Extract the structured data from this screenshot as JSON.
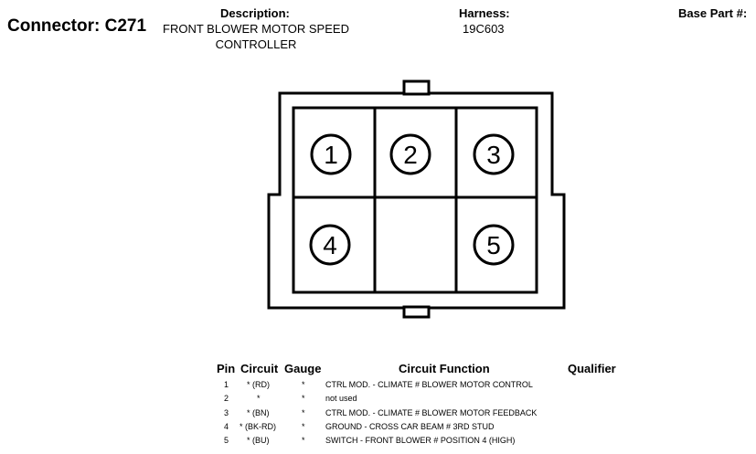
{
  "header": {
    "connector": "Connector: C271",
    "description_label": "Description:",
    "description_line1": "FRONT BLOWER MOTOR SPEED",
    "description_line2": "CONTROLLER",
    "harness_label": "Harness:",
    "harness_value": "19C603",
    "base_part_label": "Base Part #:"
  },
  "connector": {
    "pins": [
      {
        "label": "1"
      },
      {
        "label": "2"
      },
      {
        "label": "3"
      },
      {
        "label": "4"
      },
      {
        "label": "5"
      }
    ]
  },
  "table": {
    "headers": {
      "pin": "Pin",
      "circuit": "Circuit",
      "gauge": "Gauge",
      "function": "Circuit Function",
      "qualifier": "Qualifier"
    },
    "rows": [
      {
        "pin": "1",
        "circuit": "* (RD)",
        "gauge": "*",
        "function": "CTRL MOD. - CLIMATE # BLOWER MOTOR CONTROL"
      },
      {
        "pin": "2",
        "circuit": "*",
        "gauge": "*",
        "function": "not used"
      },
      {
        "pin": "3",
        "circuit": "* (BN)",
        "gauge": "*",
        "function": "CTRL MOD. - CLIMATE # BLOWER MOTOR FEEDBACK"
      },
      {
        "pin": "4",
        "circuit": "* (BK-RD)",
        "gauge": "*",
        "function": "GROUND - CROSS CAR BEAM # 3RD STUD"
      },
      {
        "pin": "5",
        "circuit": "* (BU)",
        "gauge": "*",
        "function": "SWITCH - FRONT BLOWER # POSITION 4 (HIGH)"
      }
    ]
  }
}
